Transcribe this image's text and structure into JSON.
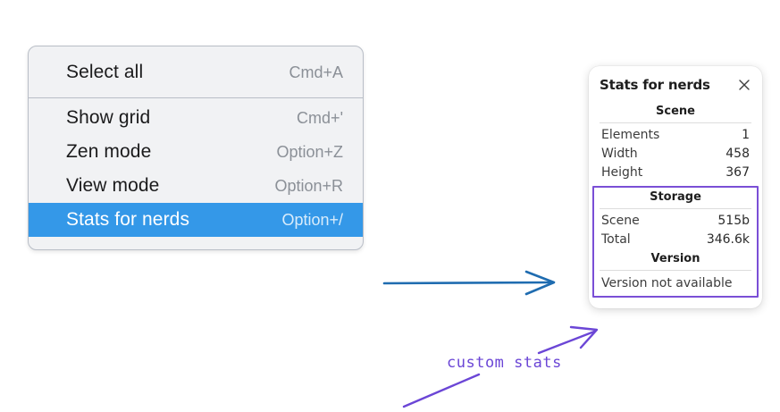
{
  "context_menu": {
    "groups": [
      {
        "items": [
          {
            "label": "Select all",
            "shortcut": "Cmd+A",
            "selected": false
          }
        ]
      },
      {
        "items": [
          {
            "label": "Show grid",
            "shortcut": "Cmd+'",
            "selected": false
          },
          {
            "label": "Zen mode",
            "shortcut": "Option+Z",
            "selected": false
          },
          {
            "label": "View mode",
            "shortcut": "Option+R",
            "selected": false
          },
          {
            "label": "Stats for nerds",
            "shortcut": "Option+/",
            "selected": true
          }
        ]
      }
    ]
  },
  "stats_panel": {
    "title": "Stats for nerds",
    "close_icon": "close-icon",
    "scene": {
      "heading": "Scene",
      "rows": [
        {
          "label": "Elements",
          "value": "1"
        },
        {
          "label": "Width",
          "value": "458"
        },
        {
          "label": "Height",
          "value": "367"
        }
      ]
    },
    "storage": {
      "heading": "Storage",
      "rows": [
        {
          "label": "Scene",
          "value": "515b"
        },
        {
          "label": "Total",
          "value": "346.6k"
        }
      ]
    },
    "version": {
      "heading": "Version",
      "note": "Version not available"
    }
  },
  "annotations": {
    "label": "custom stats",
    "arrow_colors": {
      "flow_arrow": "#1f6cb0",
      "callout": "#6b46d6",
      "highlight_box": "#7a4fd6"
    }
  }
}
